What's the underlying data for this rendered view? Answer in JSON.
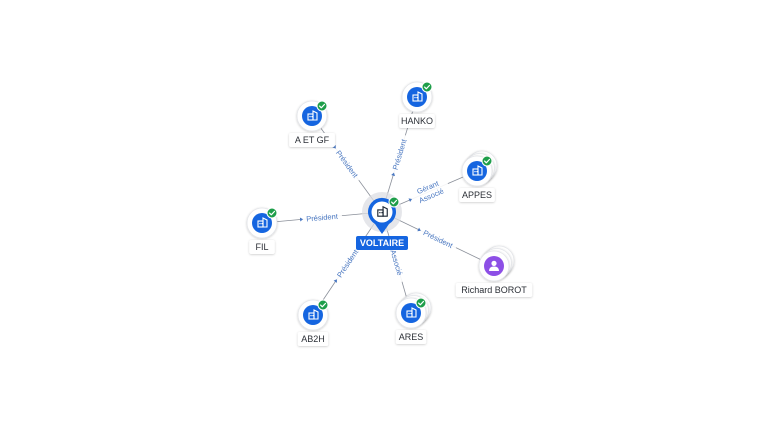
{
  "colors": {
    "accent": "#1565e0",
    "check": "#1e9e4a",
    "person": "#8d4fe6",
    "edge": "#8a8f99",
    "edge_label": "#4a78c2"
  },
  "center": {
    "label": "VOLTAIRE",
    "icon": "building-icon",
    "badge": "check-icon"
  },
  "nodes": [
    {
      "id": "aetgf",
      "label": "A ET GF",
      "type": "company",
      "icon": "building-icon",
      "badge": "check-icon",
      "relation": [
        "Président"
      ]
    },
    {
      "id": "hanko",
      "label": "HANKO",
      "type": "company",
      "icon": "building-icon",
      "badge": "check-icon",
      "relation": [
        "Président"
      ]
    },
    {
      "id": "appes",
      "label": "APPES",
      "type": "company",
      "icon": "building-icon",
      "badge": "check-icon",
      "relation": [
        "Gérant",
        "Associé"
      ]
    },
    {
      "id": "fil",
      "label": "FIL",
      "type": "company",
      "icon": "building-icon",
      "badge": "check-icon",
      "relation": [
        "Président"
      ]
    },
    {
      "id": "richard",
      "label": "Richard BOROT",
      "type": "person",
      "icon": "person-icon",
      "relation": [
        "Président"
      ]
    },
    {
      "id": "ab2h",
      "label": "AB2H",
      "type": "company",
      "icon": "building-icon",
      "badge": "check-icon",
      "relation": [
        "Président"
      ]
    },
    {
      "id": "ares",
      "label": "ARES",
      "type": "company",
      "icon": "building-icon",
      "badge": "check-icon",
      "relation": [
        "Associé"
      ]
    }
  ]
}
